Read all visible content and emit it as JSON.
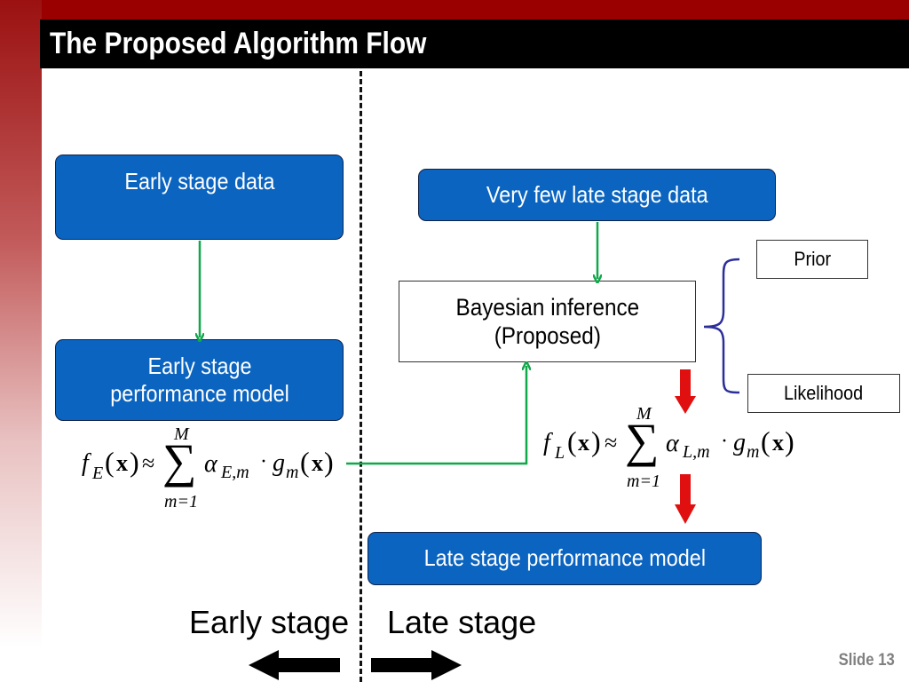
{
  "slide": {
    "title": "The Proposed Algorithm Flow",
    "slide_number": "Slide 13"
  },
  "left": {
    "box1": "Early stage data",
    "box2_line1": "Early stage",
    "box2_line2": "performance model",
    "formula": {
      "f": "f",
      "sub": "E",
      "x": "x",
      "approx": "≈",
      "sigma": "∑",
      "upper": "M",
      "lower": "m=1",
      "alpha": "α",
      "alpha_sub": "E,m",
      "dot": "·",
      "g": "g",
      "g_sub": "m"
    },
    "stage_label": "Early stage"
  },
  "right": {
    "box1": "Very few late stage data",
    "inference_line1": "Bayesian inference",
    "inference_line2": "(Proposed)",
    "prior": "Prior",
    "likelihood": "Likelihood",
    "formula": {
      "f": "f",
      "sub": "L",
      "x": "x",
      "approx": "≈",
      "sigma": "∑",
      "upper": "M",
      "lower": "m=1",
      "alpha": "α",
      "alpha_sub": "L,m",
      "dot": "·",
      "g": "g",
      "g_sub": "m"
    },
    "box_result": "Late stage performance model",
    "stage_label": "Late stage"
  },
  "colors": {
    "box_blue": "#0a64c0",
    "arrow_green": "#11a84a",
    "arrow_red": "#e01010",
    "brace_blue": "#2b2f9a",
    "banner_red": "#9b0000"
  }
}
